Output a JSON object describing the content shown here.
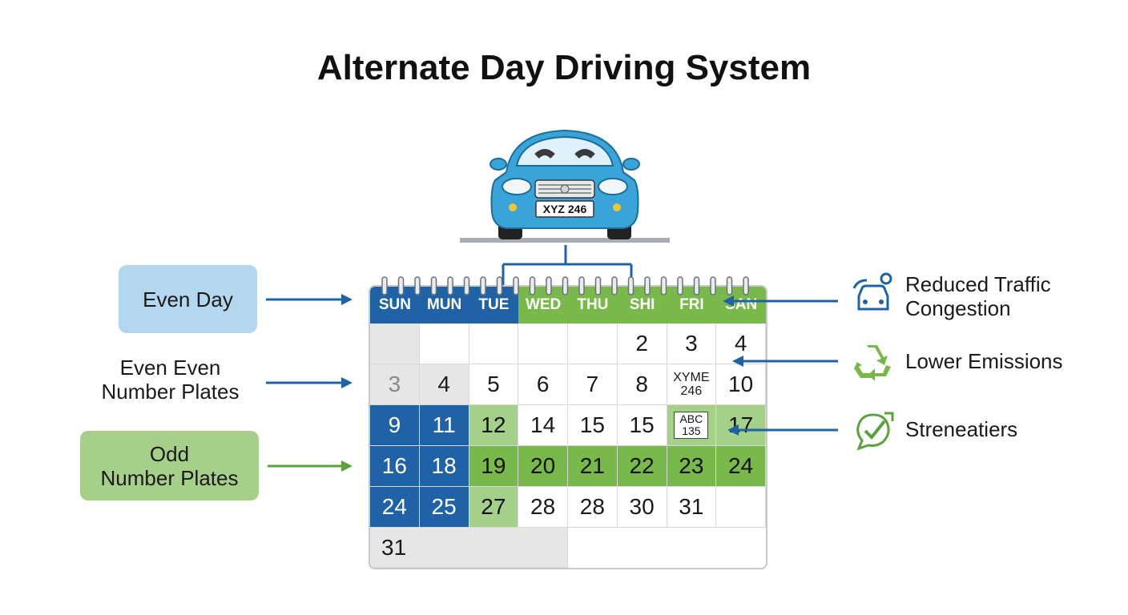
{
  "title": "Alternate Day Driving System",
  "car": {
    "plate": "XYZ 246"
  },
  "left_labels": {
    "even_day": "Even Day",
    "even_plates": [
      "Even Even",
      "Number Plates"
    ],
    "odd_plates": [
      "Odd",
      "Number Plates"
    ]
  },
  "benefits": [
    {
      "icon": "traffic-car-icon",
      "text": [
        "Reduced Traffic",
        "Congestion"
      ]
    },
    {
      "icon": "recycle-icon",
      "text": [
        "Lower Emissions"
      ]
    },
    {
      "icon": "check-badge-icon",
      "text": [
        "Streneatiers"
      ]
    }
  ],
  "calendar": {
    "days": [
      "SUN",
      "MUN",
      "TUE",
      "WED",
      "THU",
      "SHI",
      "FRI",
      "SAN"
    ],
    "rows": [
      [
        {
          "t": "",
          "c": "grey"
        },
        {
          "t": "",
          "c": ""
        },
        {
          "t": "",
          "c": ""
        },
        {
          "t": "",
          "c": ""
        },
        {
          "t": "",
          "c": ""
        },
        {
          "t": "2",
          "c": ""
        },
        {
          "t": "3",
          "c": ""
        },
        {
          "t": "4",
          "c": ""
        }
      ],
      [
        {
          "t": "3",
          "c": "grey mgrey"
        },
        {
          "t": "4",
          "c": "grey"
        },
        {
          "t": "5",
          "c": ""
        },
        {
          "t": "6",
          "c": ""
        },
        {
          "t": "7",
          "c": ""
        },
        {
          "t": "8",
          "c": ""
        },
        {
          "t": "XYME 246",
          "c": "small"
        },
        {
          "t": "10",
          "c": ""
        }
      ],
      [
        {
          "t": "9",
          "c": "blue"
        },
        {
          "t": "11",
          "c": "blue"
        },
        {
          "t": "12",
          "c": "lgreen"
        },
        {
          "t": "14",
          "c": ""
        },
        {
          "t": "15",
          "c": ""
        },
        {
          "t": "15",
          "c": ""
        },
        {
          "t": "ABC 135",
          "c": "plate lgreen"
        },
        {
          "t": "17",
          "c": "lgreen"
        }
      ],
      [
        {
          "t": "16",
          "c": "blue"
        },
        {
          "t": "18",
          "c": "blue"
        },
        {
          "t": "19",
          "c": "green"
        },
        {
          "t": "20",
          "c": "green"
        },
        {
          "t": "21",
          "c": "green"
        },
        {
          "t": "22",
          "c": "green"
        },
        {
          "t": "23",
          "c": "green"
        },
        {
          "t": "24",
          "c": "green"
        }
      ],
      [
        {
          "t": "24",
          "c": "blue"
        },
        {
          "t": "25",
          "c": "blue"
        },
        {
          "t": "27",
          "c": "lgreen"
        },
        {
          "t": "28",
          "c": ""
        },
        {
          "t": "28",
          "c": ""
        },
        {
          "t": "30",
          "c": ""
        },
        {
          "t": "31",
          "c": ""
        },
        {
          "t": "",
          "c": ""
        }
      ]
    ],
    "last_row": "31"
  },
  "colors": {
    "blue": "#1f63a6",
    "green": "#79b84a",
    "light_green": "#a4d08a",
    "light_blue": "#b3d7ee",
    "car": "#3aa3d8"
  }
}
